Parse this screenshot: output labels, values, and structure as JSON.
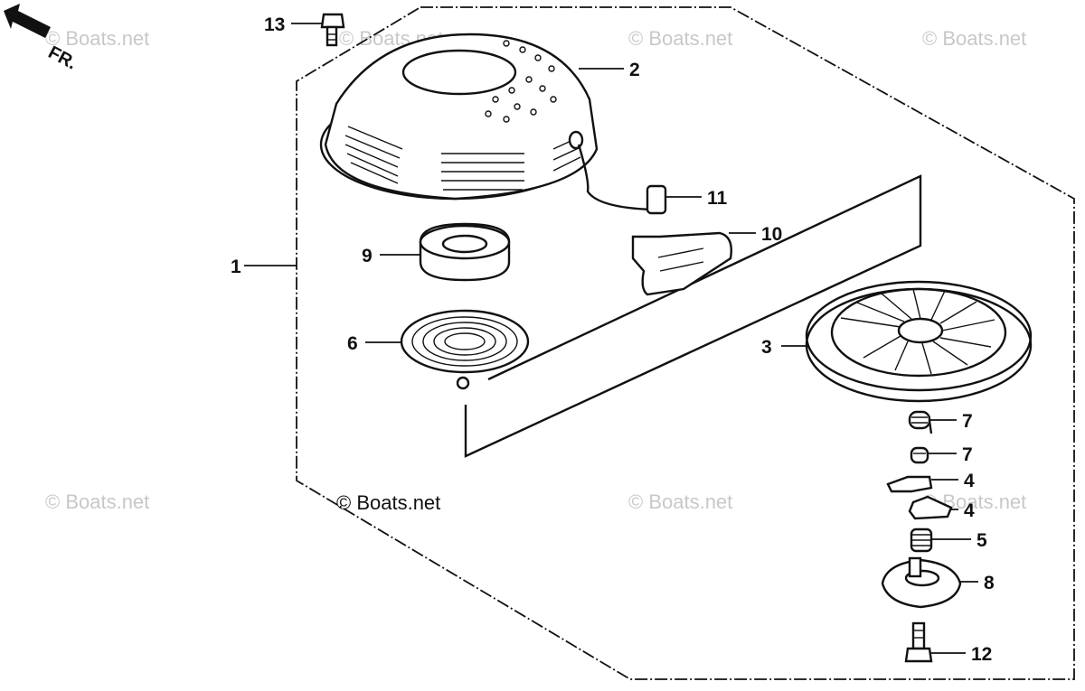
{
  "watermark": "© Boats.net",
  "credit": "© Boats.net",
  "orientation": {
    "label": "FR."
  },
  "callouts": [
    {
      "id": "1",
      "label": "1"
    },
    {
      "id": "2",
      "label": "2"
    },
    {
      "id": "3",
      "label": "3"
    },
    {
      "id": "4a",
      "label": "4"
    },
    {
      "id": "4b",
      "label": "4"
    },
    {
      "id": "5",
      "label": "5"
    },
    {
      "id": "6",
      "label": "6"
    },
    {
      "id": "7a",
      "label": "7"
    },
    {
      "id": "7b",
      "label": "7"
    },
    {
      "id": "8",
      "label": "8"
    },
    {
      "id": "9",
      "label": "9"
    },
    {
      "id": "10",
      "label": "10"
    },
    {
      "id": "11",
      "label": "11"
    },
    {
      "id": "12",
      "label": "12"
    },
    {
      "id": "13",
      "label": "13"
    }
  ]
}
